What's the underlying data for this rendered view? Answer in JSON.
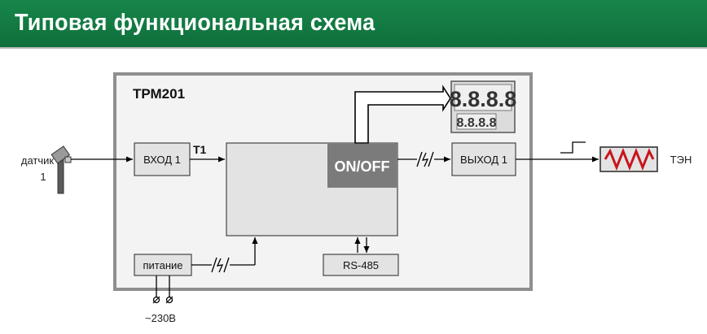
{
  "header": {
    "title": "Типовая функциональная схема"
  },
  "device": {
    "model": "ТРМ201"
  },
  "blocks": {
    "input": "ВХОД 1",
    "input_signal": "Т1",
    "logic": "ON/OFF",
    "output": "ВЫХОД 1",
    "power": "питание",
    "interface": "RS-485"
  },
  "external": {
    "sensor_label": "датчик",
    "sensor_number": "1",
    "supply": "~230В",
    "heater": "ТЭН"
  },
  "display": {
    "top": "8.8.8.8",
    "bottom": "8.8.8.8"
  },
  "colors": {
    "header_green": "#14804a",
    "frame_gray": "#8f8f8f",
    "block_fill": "#e3e3e3",
    "logic_fill": "#7b7b7b",
    "heater_zigzag": "#c8151b"
  }
}
